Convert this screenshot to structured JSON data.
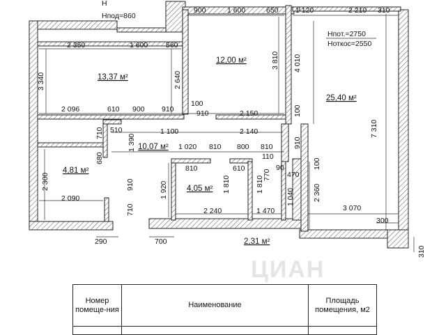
{
  "rooms": [
    {
      "id": "room-1",
      "area": "13,37 м²"
    },
    {
      "id": "room-2",
      "area": "12,00 м²"
    },
    {
      "id": "room-3",
      "area": "25,40 м²"
    },
    {
      "id": "room-4",
      "area": "10,07 м²"
    },
    {
      "id": "room-5",
      "area": "4,81 м²"
    },
    {
      "id": "room-6",
      "area": "4,05 м²"
    },
    {
      "id": "room-7",
      "area": "2,31 м²"
    }
  ],
  "notes": {
    "h_top_cut": "H",
    "h_pod": "Hпод=860",
    "h_pot": "Hпот.=2750",
    "h_otkos": "Hоткос=2550"
  },
  "dims": {
    "top_900": "900",
    "top_1600": "1 600",
    "top_650": "650",
    "top_1120": "1 120",
    "top_2210": "2 210",
    "top_310": "310",
    "r1_2350": "2 350",
    "r1_1600": "1 600",
    "r1_560": "560",
    "r1_3340": "3 340",
    "r1_2640": "2 640",
    "r2_3810": "3 810",
    "r3_4010": "4 010",
    "r3_7310": "7 310",
    "row_2096": "2 096",
    "row_610a": "610",
    "row_900": "900",
    "row_910a": "910",
    "row_100a": "100",
    "row_910b": "910",
    "row_2150": "2 150",
    "row_100b": "100",
    "d_710a": "710",
    "d_510": "510",
    "d_1100": "1 100",
    "d_2140": "2 140",
    "d_1390": "1 390",
    "d_680": "680",
    "d_1020": "1 020",
    "d_810a": "810",
    "d_800": "800",
    "d_810b": "810",
    "d_110": "110",
    "d_910c": "910",
    "d_810c": "810",
    "d_610b": "610",
    "d_770": "770",
    "d_90": "90",
    "d_470": "470",
    "d_100c": "100",
    "d_2300": "2 300",
    "d_910d": "910",
    "d_1920": "1 920",
    "d_1810a": "1 810",
    "d_1810b": "1 810",
    "d_1040": "1 040",
    "d_2360": "2 360",
    "d_2090": "2 090",
    "d_710b": "710",
    "d_2240": "2 240",
    "d_1470": "1 470",
    "d_3070": "3 070",
    "d_300": "300",
    "d_290": "290",
    "d_700": "700",
    "d_310b": "310"
  },
  "table": {
    "col1": "Номер помеще-ния",
    "col2": "Наименование",
    "col3": "Площадь помещения, м2"
  },
  "watermark": "ЦИАН"
}
